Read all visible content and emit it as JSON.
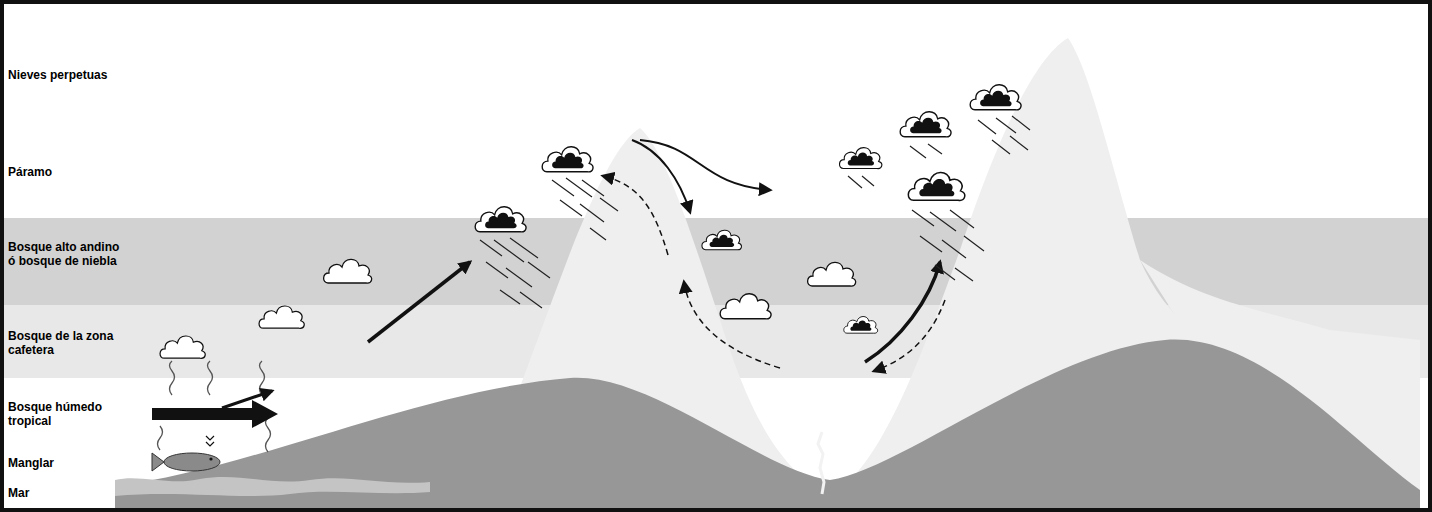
{
  "diagram": {
    "nodes": [
      {
        "text": [
          "Nieves perpetuas"
        ]
      },
      {
        "text": [
          "Páramo"
        ]
      },
      {
        "text": [
          "Bosque alto andino ó bosque de niebla"
        ]
      },
      {
        "text": [
          "Bosque de la zona cafetera"
        ]
      },
      {
        "text": [
          "Bosque húmedo tropical"
        ]
      },
      {
        "text": [
          "Manglar"
        ]
      },
      {
        "text": [
          "Mar"
        ]
      }
    ]
  }
}
